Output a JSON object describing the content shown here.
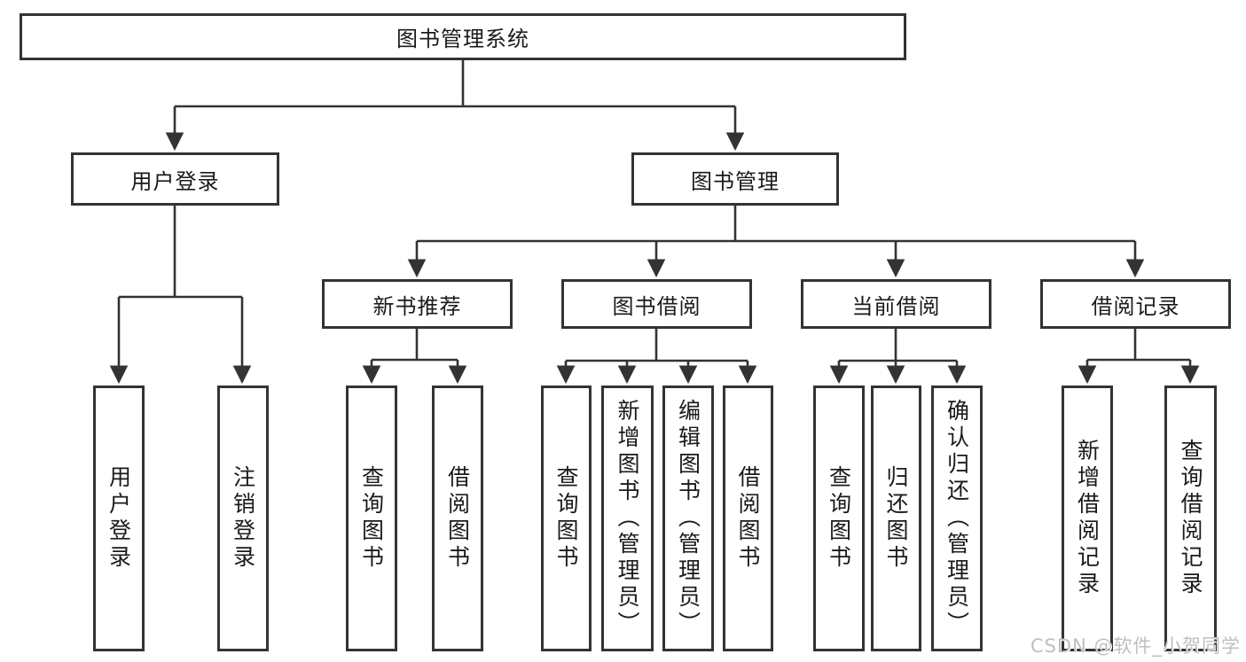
{
  "diagram": {
    "type": "hierarchy-tree",
    "title": "图书管理系统",
    "line_color": "#333333",
    "box_background": "#ffffff",
    "text_color": "#1a1a1a",
    "watermark": {
      "text": "CSDN @软件_小贺同学",
      "color": "#bfbfbf"
    }
  },
  "tree": {
    "label": "图书管理系统",
    "children": [
      {
        "label": "用户登录",
        "children": [
          {
            "label": "用户登录"
          },
          {
            "label": "注销登录"
          }
        ]
      },
      {
        "label": "图书管理",
        "children": [
          {
            "label": "新书推荐",
            "children": [
              {
                "label": "查询图书"
              },
              {
                "label": "借阅图书"
              }
            ]
          },
          {
            "label": "图书借阅",
            "children": [
              {
                "label": "查询图书"
              },
              {
                "label": "新增图书（管理员）"
              },
              {
                "label": "编辑图书（管理员）"
              },
              {
                "label": "借阅图书"
              }
            ]
          },
          {
            "label": "当前借阅",
            "children": [
              {
                "label": "查询图书"
              },
              {
                "label": "归还图书"
              },
              {
                "label": "确认归还（管理员）"
              }
            ]
          },
          {
            "label": "借阅记录",
            "children": [
              {
                "label": "新增借阅记录"
              },
              {
                "label": "查询借阅记录"
              }
            ]
          }
        ]
      }
    ]
  }
}
